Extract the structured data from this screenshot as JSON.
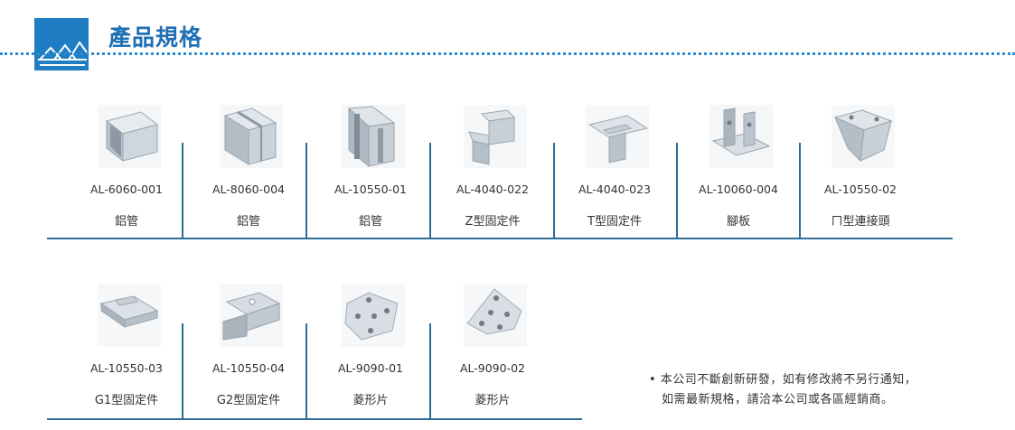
{
  "header": {
    "title": "產品規格",
    "icon": "rail-structure-icon"
  },
  "rows": [
    {
      "items": [
        {
          "code": "AL-6060-001",
          "name": "鋁管",
          "icon": "square-tube-icon"
        },
        {
          "code": "AL-8060-004",
          "name": "鋁管",
          "icon": "grooved-tube-icon"
        },
        {
          "code": "AL-10550-01",
          "name": "鋁管",
          "icon": "rail-profile-icon"
        },
        {
          "code": "AL-4040-022",
          "name": "Z型固定件",
          "icon": "z-bracket-icon"
        },
        {
          "code": "AL-4040-023",
          "name": "T型固定件",
          "icon": "t-bracket-icon"
        },
        {
          "code": "AL-10060-004",
          "name": "腳板",
          "icon": "foot-plate-icon"
        },
        {
          "code": "AL-10550-02",
          "name": "ㄇ型連接頭",
          "icon": "u-connector-icon"
        }
      ]
    },
    {
      "items": [
        {
          "code": "AL-10550-03",
          "name": "G1型固定件",
          "icon": "g1-clamp-icon"
        },
        {
          "code": "AL-10550-04",
          "name": "G2型固定件",
          "icon": "g2-clamp-icon"
        },
        {
          "code": "AL-9090-01",
          "name": "菱形片",
          "icon": "diamond-plate-icon"
        },
        {
          "code": "AL-9090-02",
          "name": "菱形片",
          "icon": "diamond-plate-icon"
        }
      ]
    }
  ],
  "notice": {
    "line1": "• 本公司不斷創新研發，如有修改將不另行通知，",
    "line2": "如需最新規格，請洽本公司或各區經銷商。"
  }
}
